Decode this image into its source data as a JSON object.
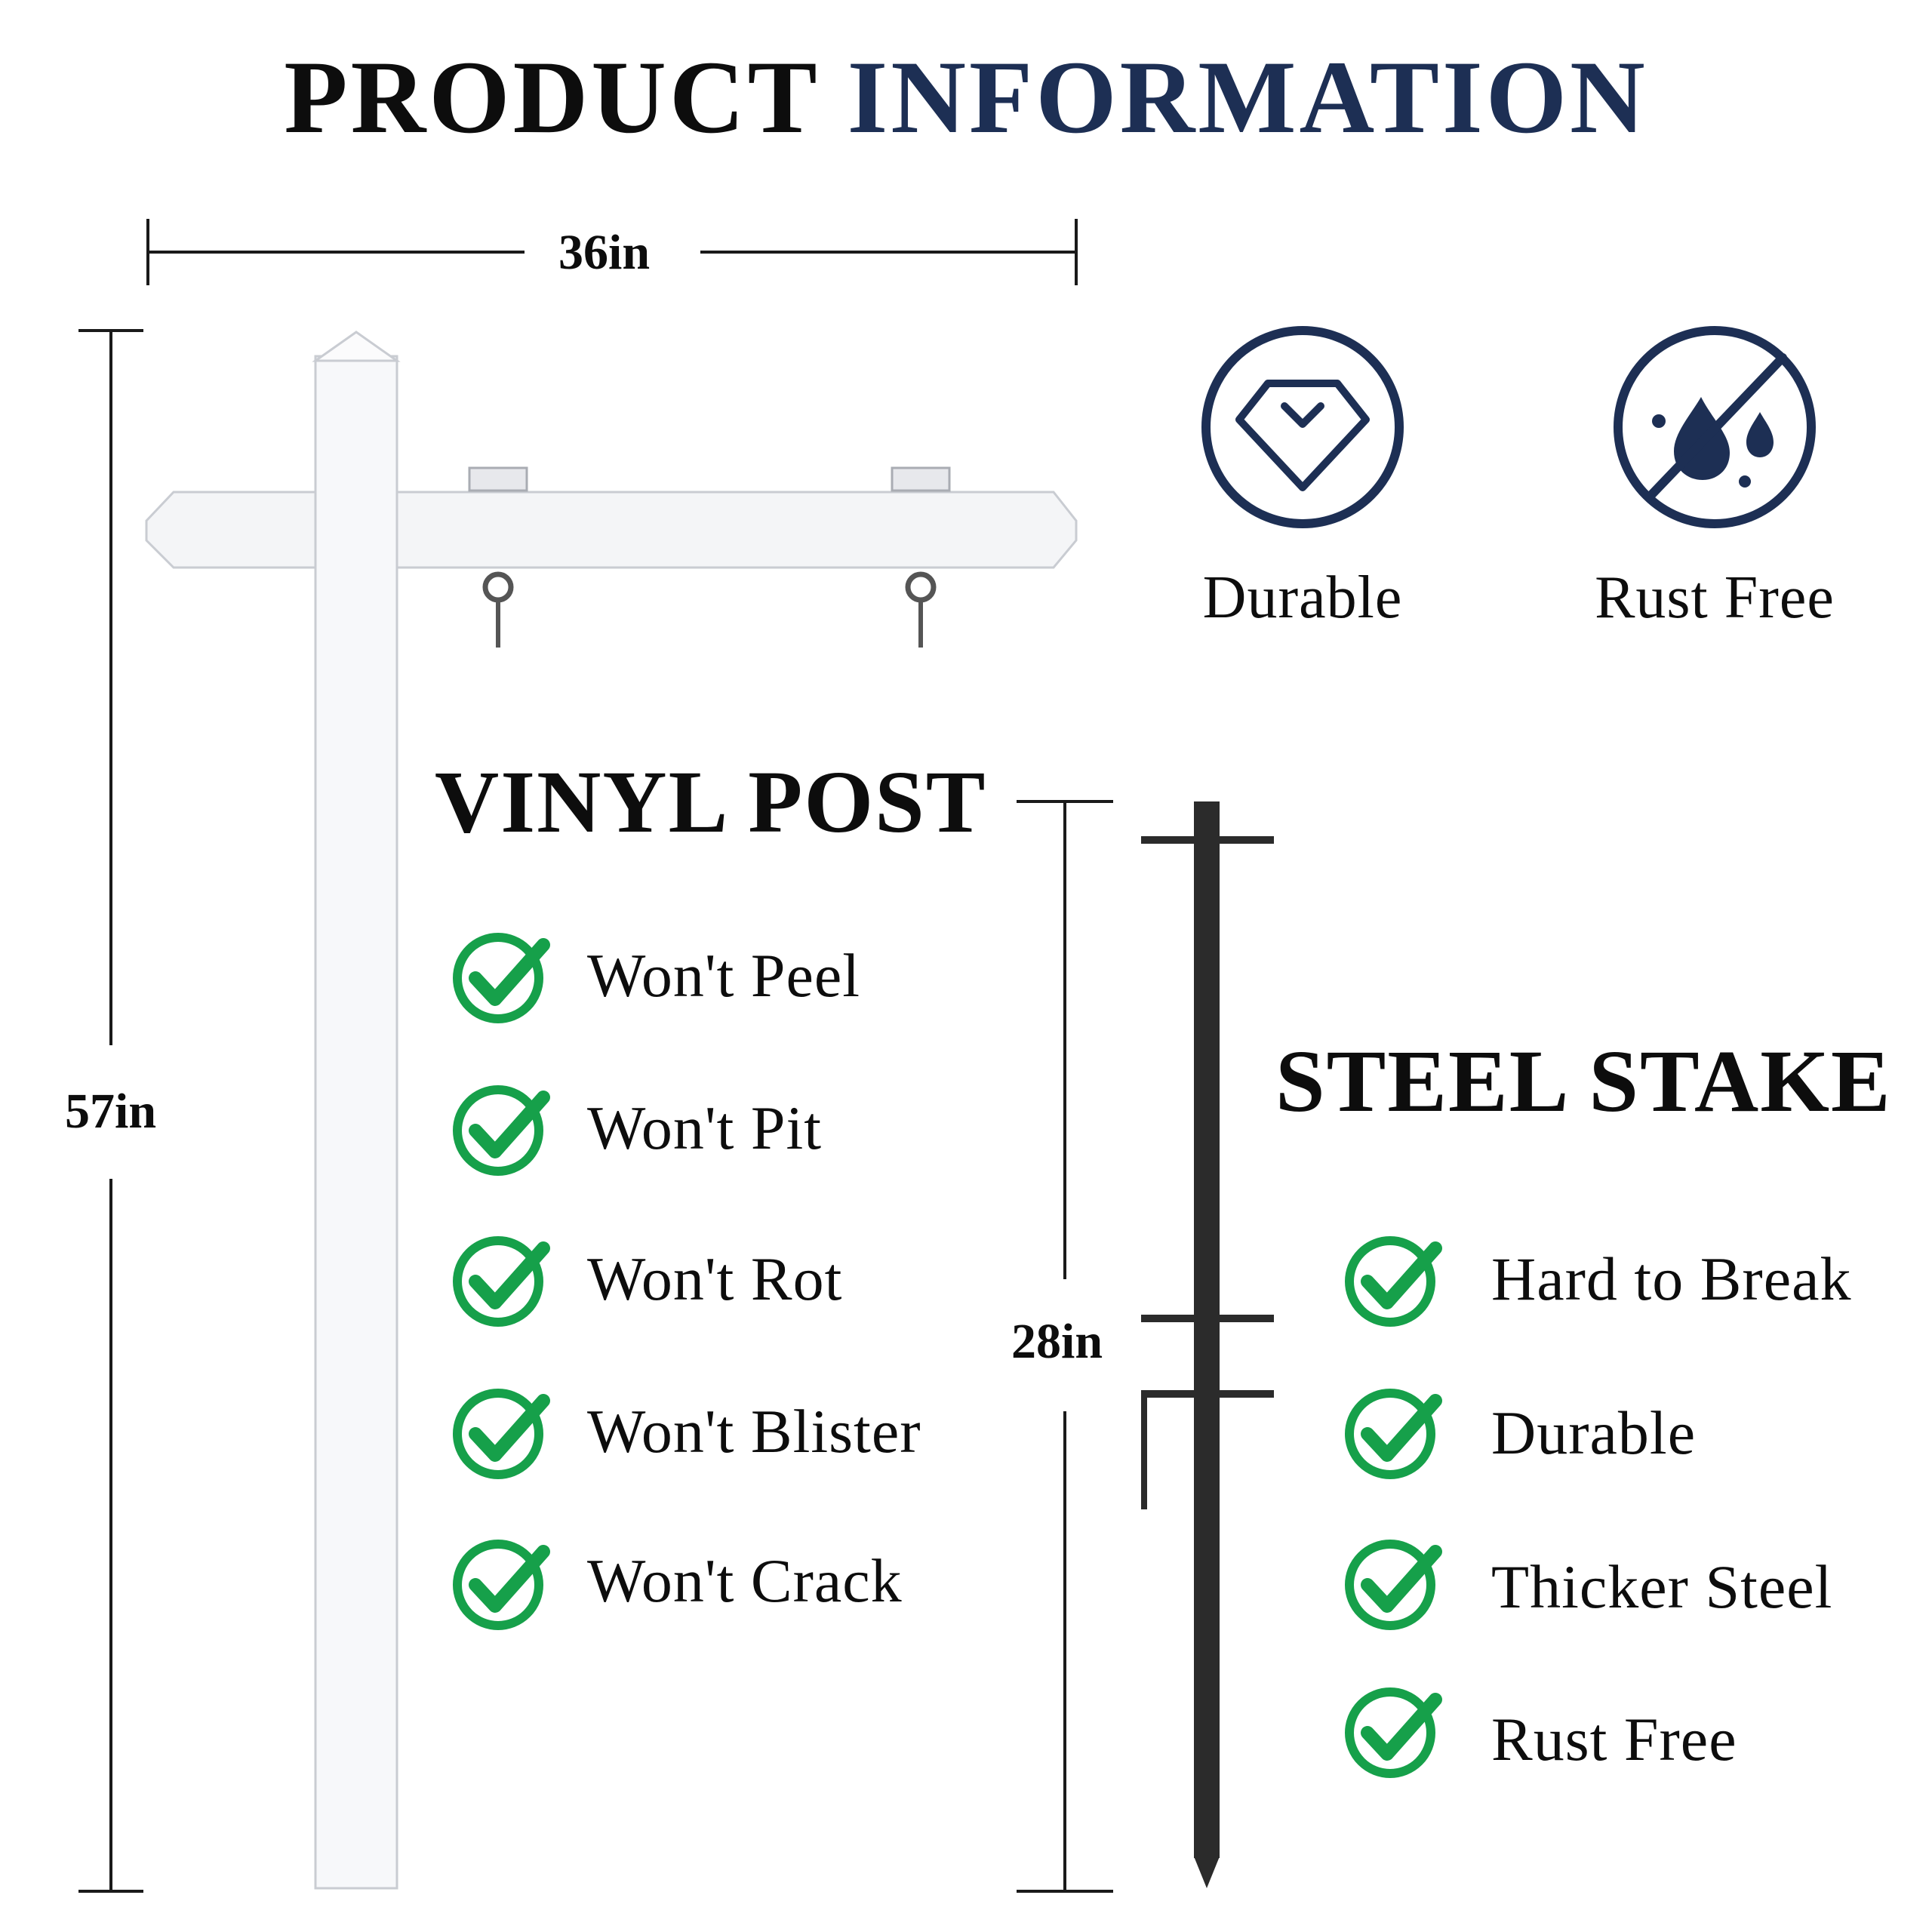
{
  "header": {
    "title_part1": "PRODUCT",
    "title_part2": "INFORMATION"
  },
  "dimensions": {
    "width": "36in",
    "post_height": "57in",
    "stake_height": "28in"
  },
  "badges": [
    {
      "label": "Durable",
      "icon": "diamond-icon"
    },
    {
      "label": "Rust Free",
      "icon": "no-water-drops-icon"
    }
  ],
  "vinyl_post": {
    "title": "VINYL POST",
    "features": [
      "Won't Peel",
      "Won't Pit",
      "Won't Rot",
      "Won't Blister",
      "Won't Crack"
    ]
  },
  "steel_stake": {
    "title": "STEEL STAKE",
    "features": [
      "Hard to Break",
      "Durable",
      "Thicker Steel",
      "Rust Free"
    ]
  },
  "colors": {
    "accent_navy": "#1d2f54",
    "check_green": "#16a04a",
    "stake_black": "#2b2b2b"
  }
}
